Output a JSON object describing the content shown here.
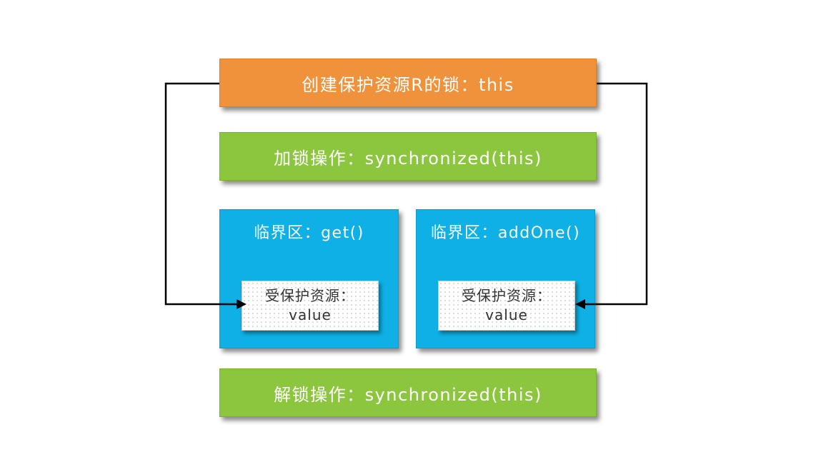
{
  "diagram": {
    "create_lock_box": {
      "label": "创建保护资源R的锁：this"
    },
    "lock_op_box": {
      "label": "加锁操作：synchronized(this)"
    },
    "critical_sections": [
      {
        "label": "临界区：get()",
        "resource_label": "受保护资源：",
        "resource_value": "value"
      },
      {
        "label": "临界区：addOne()",
        "resource_label": "受保护资源：",
        "resource_value": "value"
      }
    ],
    "unlock_op_box": {
      "label": "解锁操作：synchronized(this)"
    },
    "colors": {
      "create_lock": "#F0923B",
      "lock_ops": "#8CC63F",
      "critical_section": "#0EB0E5",
      "resource_bg": "#FFFFFF",
      "arrow": "#000000"
    }
  }
}
